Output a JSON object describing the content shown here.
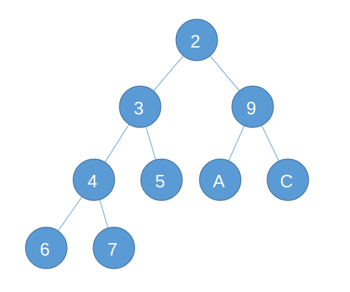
{
  "colors": {
    "node_fill": "#5b9bd5",
    "node_stroke": "#41719c",
    "edge": "#5b9bd5",
    "label": "#ffffff"
  },
  "nodes": [
    {
      "id": "n2",
      "label": "2"
    },
    {
      "id": "n3",
      "label": "3"
    },
    {
      "id": "n9",
      "label": "9"
    },
    {
      "id": "n4",
      "label": "4"
    },
    {
      "id": "n5",
      "label": "5"
    },
    {
      "id": "nA",
      "label": "A"
    },
    {
      "id": "nC",
      "label": "C"
    },
    {
      "id": "n6",
      "label": "6"
    },
    {
      "id": "n7",
      "label": "7"
    }
  ],
  "edges": [
    {
      "from": "n2",
      "to": "n3"
    },
    {
      "from": "n2",
      "to": "n9"
    },
    {
      "from": "n3",
      "to": "n4"
    },
    {
      "from": "n3",
      "to": "n5"
    },
    {
      "from": "n9",
      "to": "nA"
    },
    {
      "from": "n9",
      "to": "nC"
    },
    {
      "from": "n4",
      "to": "n6"
    },
    {
      "from": "n4",
      "to": "n7"
    }
  ]
}
